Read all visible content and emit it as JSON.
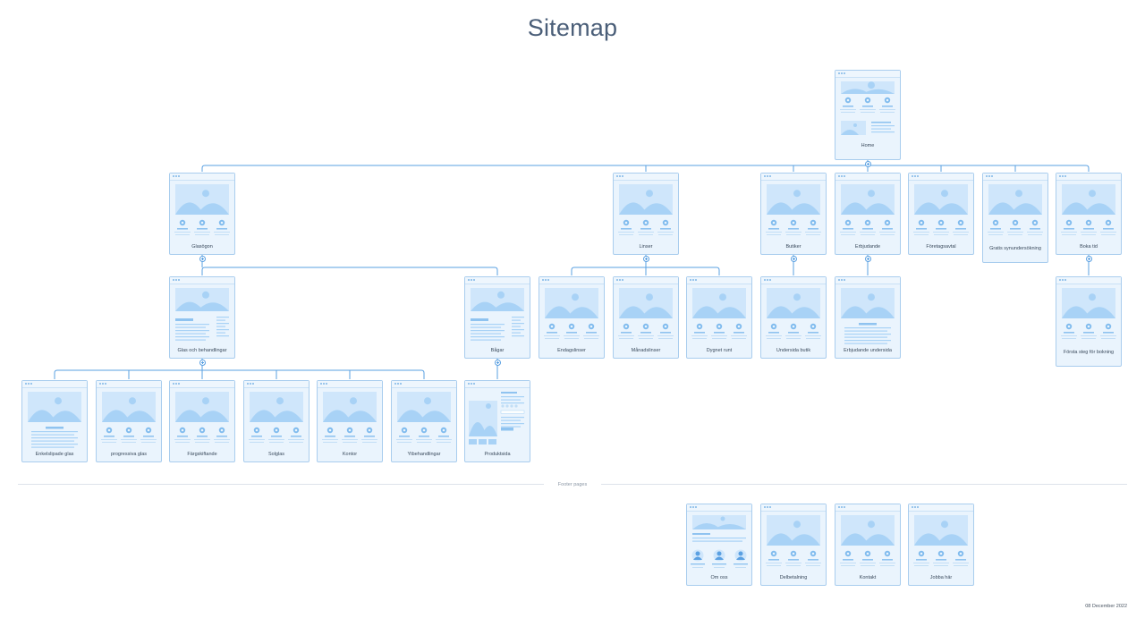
{
  "title": "Sitemap",
  "footer_label": "Footer pages",
  "date": "08 December 2022",
  "colors": {
    "card_fill": "#eaf4fd",
    "card_border": "#a9cdee",
    "accent": "#5aa0e2",
    "art": "#a8d2f6",
    "title": "#4a5e78"
  },
  "pages": {
    "home": "Home",
    "glasogon": "Glasögon",
    "linser": "Linser",
    "butiker": "Butiker",
    "erbjudande": "Erbjudande",
    "foretagsavtal": "Företagsavtal",
    "gratis": "Gratis synundersökning",
    "boka": "Boka tid",
    "glas_beh": "Glas och behandlingar",
    "bagar": "Bågar",
    "endagslinser": "Endagslinser",
    "manadslinser": "Månadslinser",
    "dygnet": "Dygnet runt",
    "undersida_butik": "Undersida butik",
    "erbjudande_undersida": "Erbjudande undersida",
    "forsta_steg": "Första steg för bokning",
    "enkelslipade": "Enkelslipade glas",
    "progressiva": "progressiva glas",
    "fargskiftande": "Färgskiftande",
    "solglas": "Solglas",
    "kontor": "Kontor",
    "ytbehandlingar": "Ytbehandlingar",
    "produktsida": "Produktsida",
    "om_oss": "Om oss",
    "delbetalning": "Delbetalning",
    "kontakt": "Kontakt",
    "jobba": "Jobba här"
  }
}
